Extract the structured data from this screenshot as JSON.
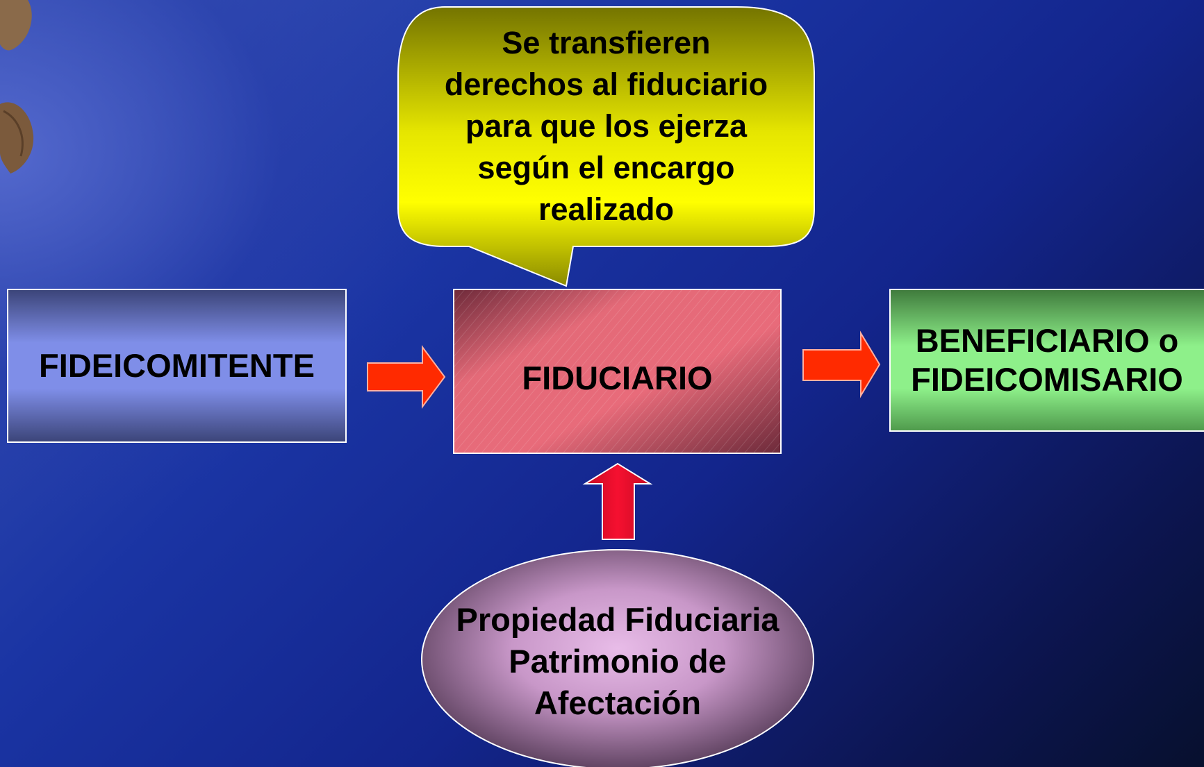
{
  "diagram": {
    "callout": {
      "lines": [
        "Se transfieren",
        "derechos al fiduciario",
        "para que los ejerza",
        "según el encargo",
        "realizado"
      ]
    },
    "fideicomitente": {
      "label": "FIDEICOMITENTE"
    },
    "fiduciario": {
      "label": "FIDUCIARIO"
    },
    "beneficiario": {
      "lines": [
        "BENEFICIARIO o",
        "FIDEICOMISARIO"
      ]
    },
    "propiedad": {
      "lines": [
        "Propiedad Fiduciaria",
        "Patrimonio de",
        "Afectación"
      ]
    }
  },
  "colors": {
    "arrow_right": "#ff2a00",
    "arrow_up": "#f0102a",
    "fiduciario_fill": "#e06070",
    "beneficiario_fill": "#8ef08a",
    "fideicomitente_fill": "#7f8ee8",
    "callout_fill": "#ffff00",
    "propiedad_fill": "#e0b0e0"
  }
}
